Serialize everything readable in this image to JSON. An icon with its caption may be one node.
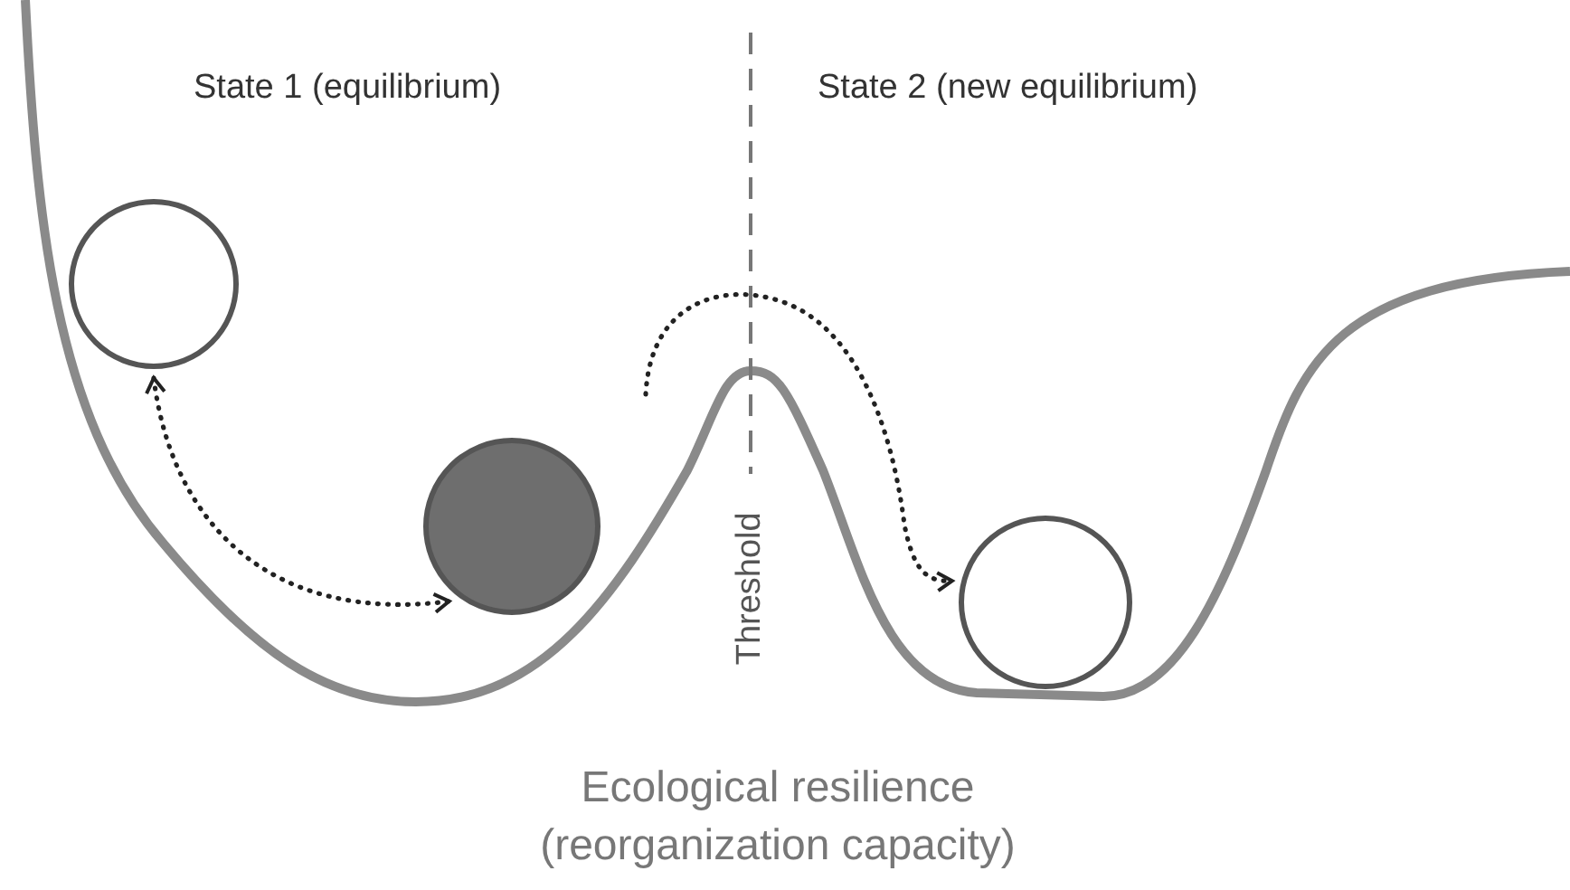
{
  "diagram": {
    "caption": "Ecological resilience (reorganization capacity)",
    "nodes": [
      {
        "text": [],
        "shape": "circle"
      },
      {
        "text": [],
        "shape": "circle"
      },
      {
        "text": [],
        "shape": "circle"
      }
    ],
    "edges": [
      {
        "from": 0,
        "to": 1,
        "arrow": "both",
        "style": "dashed"
      },
      {
        "from": null,
        "to": 2,
        "arrow": "to",
        "style": "dashed"
      }
    ],
    "labels": [
      "State 1 (equilibrium)",
      "State 2 (new equilibrium)",
      "Threshold"
    ]
  }
}
